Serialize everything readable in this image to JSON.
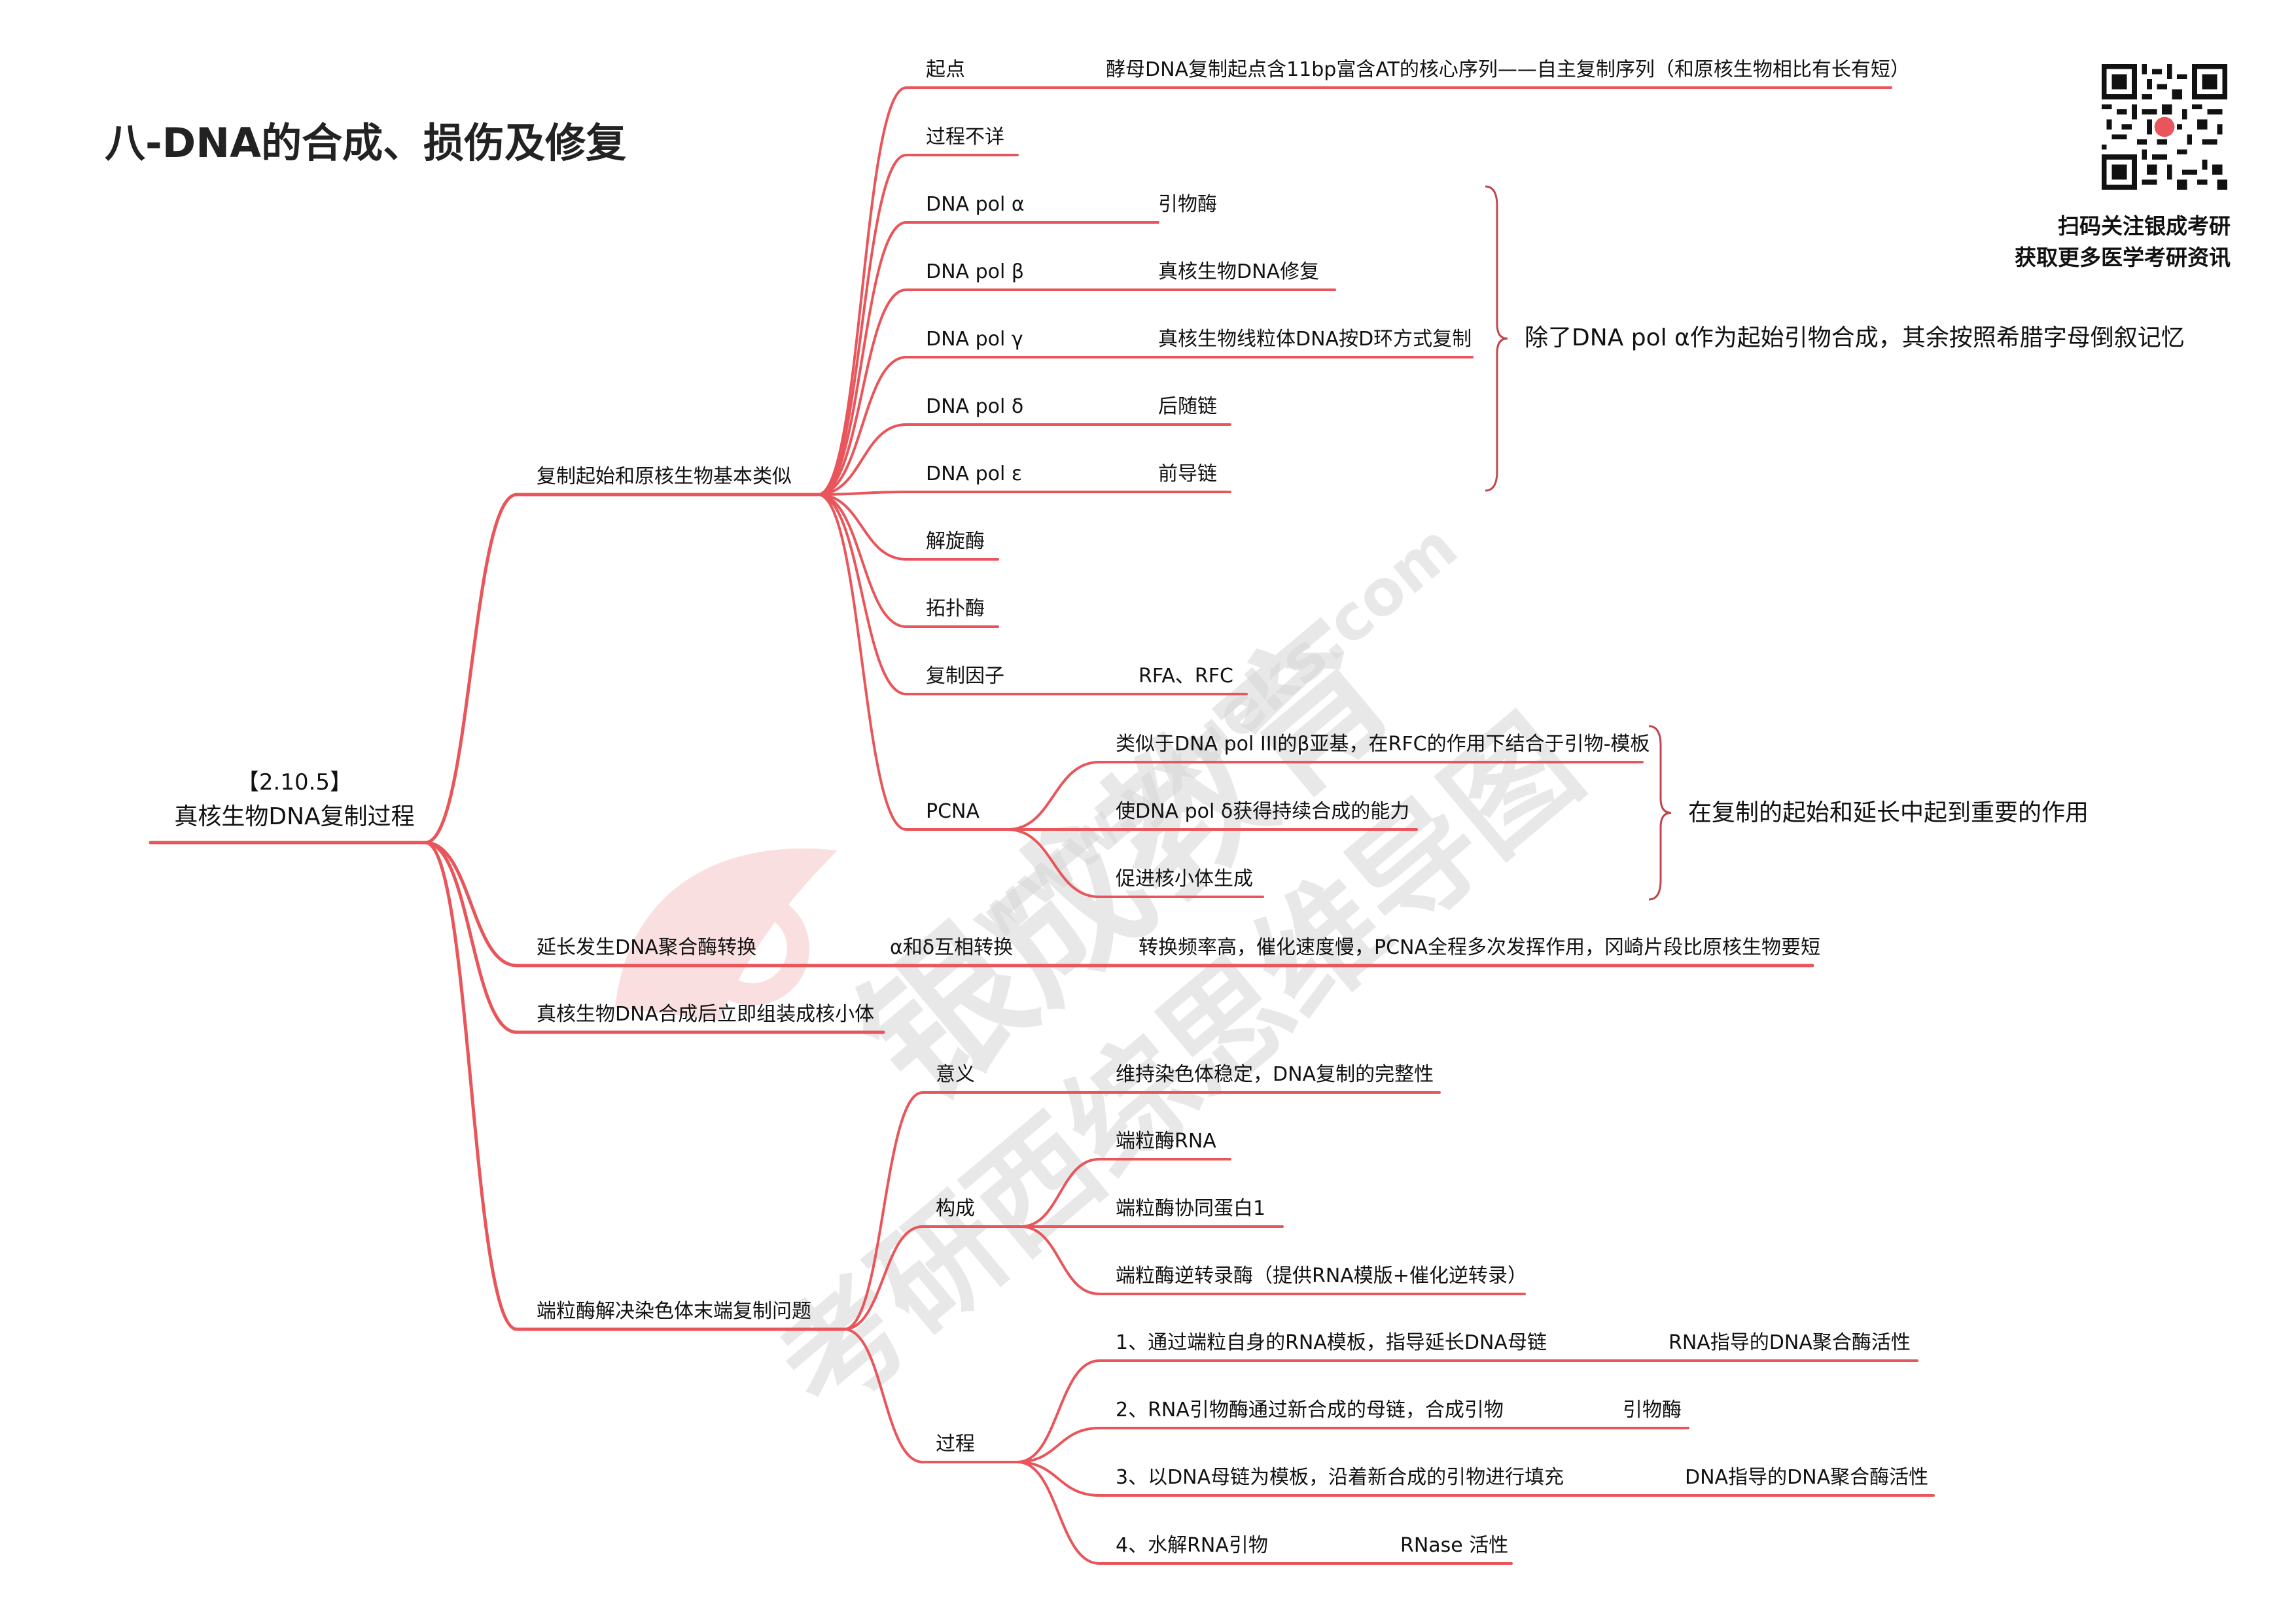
{
  "page": {
    "title": "八-DNA的合成、损伤及修复"
  },
  "qr": {
    "caption_line1": "扫码关注银成考研",
    "caption_line2": "获取更多医学考研资讯"
  },
  "watermark": {
    "text1": "银成教育",
    "text2": "www.yxueks.com",
    "text3": "考研西综思维导图"
  },
  "colors": {
    "branch": "#e8555a",
    "text": "#111111",
    "bracket": "#c0464c",
    "watermark": "#d6d6d6"
  },
  "root": {
    "line1": "【2.10.5】",
    "line2": "真核生物DNA复制过程"
  },
  "branches": [
    {
      "label": "复制起始和原核生物基本类似",
      "children": [
        {
          "label": "起点",
          "detail": "酵母DNA复制起点含11bp富含AT的核心序列——自主复制序列（和原核生物相比有长有短）"
        },
        {
          "label": "过程不详"
        },
        {
          "label": "DNA pol α",
          "detail": "引物酶"
        },
        {
          "label": "DNA pol β",
          "detail": "真核生物DNA修复"
        },
        {
          "label": "DNA pol γ",
          "detail": "真核生物线粒体DNA按D环方式复制"
        },
        {
          "label": "DNA pol δ",
          "detail": "后随链"
        },
        {
          "label": "DNA pol ε",
          "detail": "前导链"
        },
        {
          "label": "解旋酶"
        },
        {
          "label": "拓扑酶"
        },
        {
          "label": "复制因子",
          "detail": "RFA、RFC"
        },
        {
          "label": "PCNA",
          "subs": [
            "类似于DNA pol III的β亚基，在RFC的作用下结合于引物-模板",
            "使DNA pol δ获得持续合成的能力",
            "促进核小体生成"
          ]
        }
      ]
    },
    {
      "label": "延长发生DNA聚合酶转换",
      "chain": [
        "α和δ互相转换",
        "转换频率高，催化速度慢，PCNA全程多次发挥作用，冈崎片段比原核生物要短"
      ]
    },
    {
      "label": "真核生物DNA合成后立即组装成核小体"
    },
    {
      "label": "端粒酶解决染色体末端复制问题",
      "children": [
        {
          "label": "意义",
          "subs": [
            "维持染色体稳定，DNA复制的完整性"
          ]
        },
        {
          "label": "构成",
          "subs": [
            "端粒酶RNA",
            "端粒酶协同蛋白1",
            "端粒酶逆转录酶（提供RNA模版+催化逆转录）"
          ]
        },
        {
          "label": "过程",
          "steps": [
            {
              "text": "1、通过端粒自身的RNA模板，指导延长DNA母链",
              "note": "RNA指导的DNA聚合酶活性"
            },
            {
              "text": "2、RNA引物酶通过新合成的母链，合成引物",
              "note": "引物酶"
            },
            {
              "text": "3、以DNA母链为模板，沿着新合成的引物进行填充",
              "note": "DNA指导的DNA聚合酶活性"
            },
            {
              "text": "4、水解RNA引物",
              "note": "RNase 活性"
            }
          ]
        }
      ]
    }
  ],
  "brackets": [
    {
      "text": "除了DNA pol α作为起始引物合成，其余按照希腊字母倒叙记忆"
    },
    {
      "text": "在复制的起始和延长中起到重要的作用"
    }
  ]
}
